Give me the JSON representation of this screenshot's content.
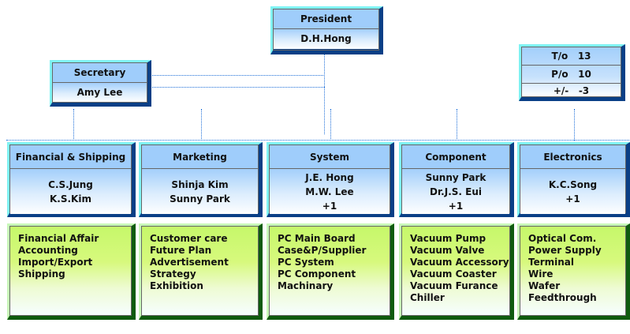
{
  "president": {
    "title": "President",
    "name": "D.H.Hong"
  },
  "secretary": {
    "title": "Secretary",
    "name": "Amy Lee"
  },
  "stats": [
    {
      "label": "T/o",
      "value": "13"
    },
    {
      "label": "P/o",
      "value": "10"
    },
    {
      "label": "+/-",
      "value": "-3"
    }
  ],
  "departments": [
    {
      "title": "Financial & Shipping",
      "people": [
        "C.S.Jung",
        "K.S.Kim"
      ],
      "duties": [
        "Financial Affair",
        "Accounting",
        "Import/Export",
        "Shipping"
      ]
    },
    {
      "title": "Marketing",
      "people": [
        "Shinja Kim",
        "Sunny Park"
      ],
      "duties": [
        "Customer care",
        "Future Plan",
        "Advertisement",
        "Strategy",
        "Exhibition"
      ]
    },
    {
      "title": "System",
      "people": [
        "J.E. Hong",
        "M.W. Lee",
        "+1"
      ],
      "duties": [
        "PC Main Board",
        "Case&P/Supplier",
        "PC System",
        "PC Component",
        "Machinary"
      ]
    },
    {
      "title": "Component",
      "people": [
        "Sunny Park",
        "Dr.J.S. Eui",
        "+1"
      ],
      "duties": [
        "Vacuum Pump",
        "Vacuum Valve",
        "Vacuum Accessory",
        "Vacuum Coaster",
        "Vacuum Furance",
        "Chiller"
      ]
    },
    {
      "title": "Electronics",
      "people": [
        "K.C.Song",
        "+1"
      ],
      "duties": [
        "Optical Com.",
        "Power Supply",
        "Terminal",
        "Wire",
        "Wafer",
        "Feedthrough"
      ]
    }
  ]
}
